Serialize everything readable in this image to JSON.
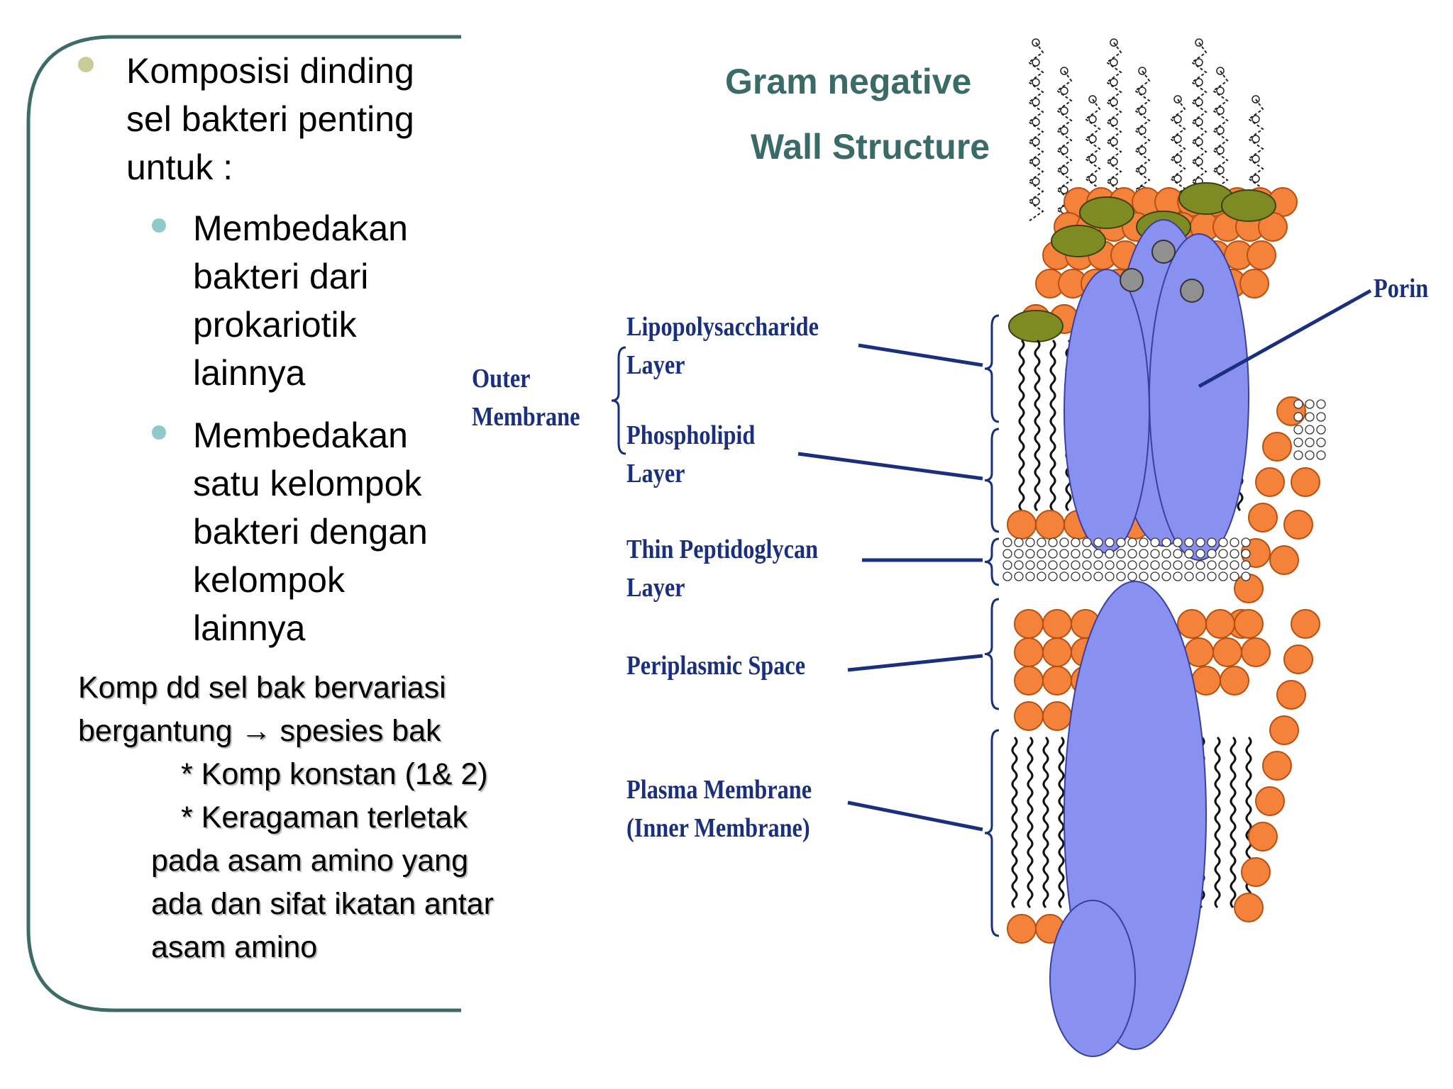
{
  "bullets": {
    "main": [
      "Komposisi dinding",
      "sel bakteri penting",
      "untuk :"
    ],
    "sub1": [
      "Membedakan",
      "bakteri dari",
      "prokariotik",
      "lainnya"
    ],
    "sub2": [
      "Membedakan",
      "satu kelompok",
      "bakteri dengan",
      "kelompok",
      "lainnya"
    ]
  },
  "note": {
    "line1": "Komp dd sel bak bervariasi",
    "line2": "bergantung → spesies bak",
    "line3": "* Komp konstan (1& 2)",
    "line4": "* Keragaman terletak",
    "line5": "pada asam amino yang",
    "line6": "ada dan sifat ikatan antar",
    "line7": "asam amino"
  },
  "diagram": {
    "title1": "Gram negative",
    "title2": "Wall Structure",
    "labels": {
      "outer_membrane": [
        "Outer",
        "Membrane"
      ],
      "lps": [
        "Lipopolysaccharide",
        "Layer"
      ],
      "phospholipid": [
        "Phospholipid",
        "Layer"
      ],
      "peptidoglycan": [
        "Thin Peptidoglycan",
        "Layer"
      ],
      "periplasmic": "Periplasmic Space",
      "plasma": [
        "Plasma Membrane",
        "(Inner Membrane)"
      ],
      "porin": "Porin"
    },
    "colors": {
      "title": "#3a6b68",
      "label": "#1a2f7d",
      "head": "#f5823b",
      "protein": "#8890f0",
      "lps_green": "#7e8a22",
      "frame": "#3d6b67"
    }
  }
}
